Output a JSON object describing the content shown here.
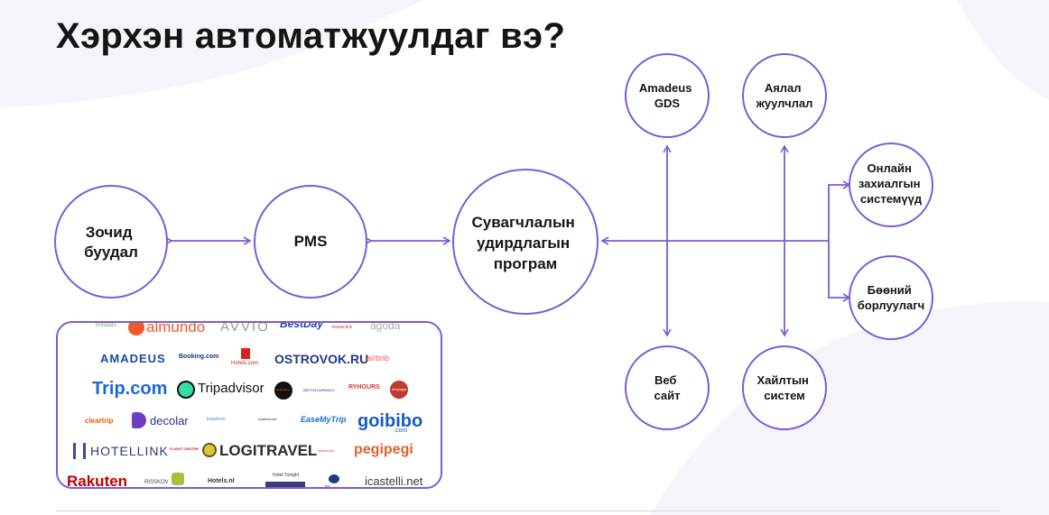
{
  "title": "Хэрхэн автоматжуулдаг вэ?",
  "colors": {
    "accent": "#7b5cd6",
    "text": "#151515",
    "background_tint": "#f5f3fa"
  },
  "nodes": {
    "guest": [
      "Зочид",
      "буудал"
    ],
    "pms": [
      "PMS"
    ],
    "channel_manager": [
      "Сувагчлалын",
      "удирдлагын",
      "програм"
    ],
    "amadeus": [
      "Amadeus",
      "GDS"
    ],
    "travel": [
      "Аялал",
      "жуулчлал"
    ],
    "online": [
      "Онлайн",
      "захиалгын",
      "системүүд"
    ],
    "wholesale": [
      "Бөөний",
      "борлуулагч"
    ],
    "web": [
      "Веб",
      "сайт"
    ],
    "search": [
      "Хайлтын",
      "систем"
    ]
  },
  "logos": {
    "r0": [
      "hotspots",
      "almundo",
      "AVVIO",
      "BestDay",
      "travelclick",
      "agoda"
    ],
    "r1": [
      "amadeus",
      "Booking.com",
      "Hotels.com",
      "OSTROVOK.RU",
      "airbnb"
    ],
    "r2": [
      "Trip.com",
      "Tripadvisor",
      "bedsonline",
      "BRITISH AIRWAYS",
      "RYHOURS",
      "despegar"
    ],
    "r3": [
      "cleartrip",
      "decolar",
      "travelzoo",
      "hostelworld",
      "EaseMyTrip",
      "goibibo",
      ".com"
    ],
    "r4": [
      "HOTELLINK",
      "FLIGHT CENTRE",
      "LOGITRAVEL",
      "lastminute",
      "pegipegi"
    ],
    "r5": [
      "Rakuten",
      "RISSKOV",
      "Hotels.nl",
      "Hotel Tonight",
      "hrs",
      "icastelli.net"
    ]
  }
}
